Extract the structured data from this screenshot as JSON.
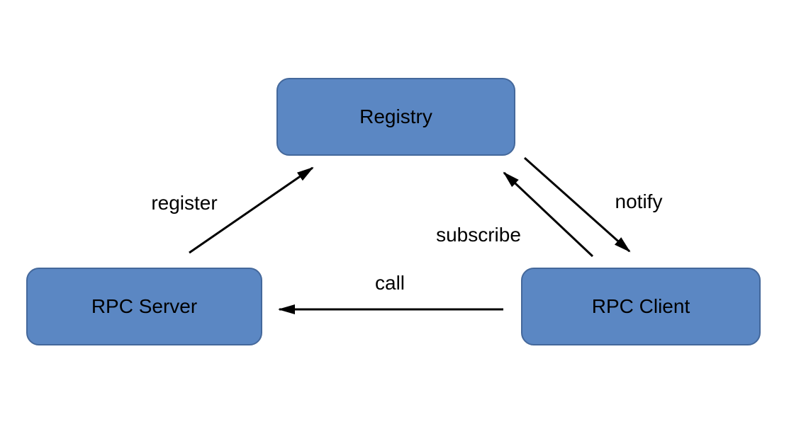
{
  "diagram": {
    "description": "RPC architecture diagram with registry, server and client",
    "colors": {
      "background": "#FFFFFF",
      "node_fill": "#5B87C3",
      "node_border": "#44689B",
      "arrow": "#000000",
      "text": "#000000"
    },
    "nodes": {
      "registry": {
        "label": "Registry"
      },
      "rpc_server": {
        "label": "RPC Server"
      },
      "rpc_client": {
        "label": "RPC Client"
      }
    },
    "edges": {
      "register": {
        "label": "register",
        "from": "rpc_server",
        "to": "registry"
      },
      "subscribe": {
        "label": "subscribe",
        "from": "rpc_client",
        "to": "registry"
      },
      "notify": {
        "label": "notify",
        "from": "registry",
        "to": "rpc_client"
      },
      "call": {
        "label": "call",
        "from": "rpc_client",
        "to": "rpc_server"
      }
    }
  }
}
